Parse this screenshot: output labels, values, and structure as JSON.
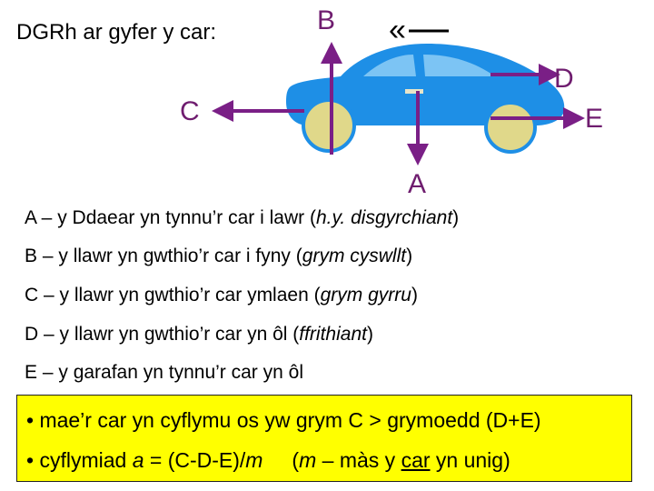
{
  "title": "DGRh ar gyfer y car:",
  "labels": {
    "A": "A",
    "B": "B",
    "C": "C",
    "D": "D",
    "E": "E"
  },
  "motion_arrow": "«",
  "descriptions": [
    {
      "prefix": "A – y Ddaear yn tynnu’r car i lawr (",
      "italic": "h.y. disgyrchiant",
      "suffix": ")"
    },
    {
      "prefix": "B – y llawr yn gwthio’r car i fyny (",
      "italic": "grym cyswllt",
      "suffix": ")"
    },
    {
      "prefix": "C – y llawr yn gwthio’r car ymlaen (",
      "italic": "grym gyrru",
      "suffix": ")"
    },
    {
      "prefix": "D – y llawr yn gwthio’r car yn ôl (",
      "italic": "ffrithiant",
      "suffix": ")"
    },
    {
      "prefix": "E – y garafan yn tynnu’r car yn ôl",
      "italic": "",
      "suffix": ""
    }
  ],
  "summary": {
    "line1": "• mae’r car yn cyflymu os yw grym C > grymoedd (D+E)",
    "line2_a": "• cyflymiad ",
    "line2_a_italic": "a",
    "line2_b": " = (C-D-E)/",
    "line2_m_italic": "m",
    "line2_gap": "     (",
    "line2_m2_italic": "m",
    "line2_c": " – màs y ",
    "line2_car": "car",
    "line2_d": " yn unig)"
  },
  "colors": {
    "car_body": "#1e8fe6",
    "wheel": "#e0d88a",
    "arrow": "#7a1f86",
    "summary_bg": "#ffff00"
  }
}
